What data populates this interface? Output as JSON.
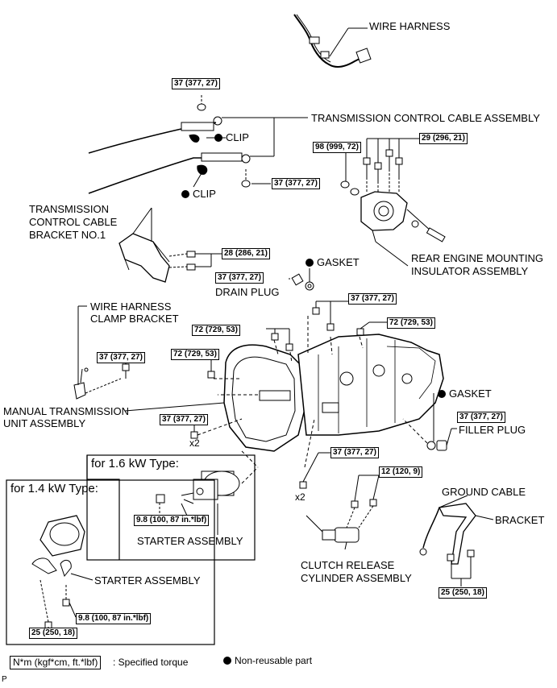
{
  "labels": {
    "wire_harness": "WIRE HARNESS",
    "tcca": "TRANSMISSION CONTROL CABLE ASSEMBLY",
    "clip1": "CLIP",
    "clip2": "CLIP",
    "bracket_no1": [
      "TRANSMISSION",
      "CONTROL CABLE",
      "BRACKET NO.1"
    ],
    "rear_mount": [
      "REAR ENGINE MOUNTING",
      "INSULATOR ASSEMBLY"
    ],
    "gasket_top": "GASKET",
    "drain_plug": "DRAIN PLUG",
    "wh_clamp": [
      "WIRE HARNESS",
      "CLAMP BRACKET"
    ],
    "mtu": [
      "MANUAL TRANSMISSION",
      "UNIT ASSEMBLY"
    ],
    "gasket_right": "GASKET",
    "filler_plug": "FILLER PLUG",
    "for16": "for 1.6 kW Type:",
    "for14": "for 1.4 kW Type:",
    "starter16": "STARTER ASSEMBLY",
    "starter14": "STARTER ASSEMBLY",
    "ground_cable": "GROUND CABLE",
    "bracket": "BRACKET",
    "clutch": [
      "CLUTCH RELEASE",
      "CYLINDER ASSEMBLY"
    ],
    "legend_box": "N*m (kgf*cm, ft.*lbf)",
    "legend_spec": ": Specified torque",
    "legend_nonreuse": "Non-reusable part",
    "page_code": "P"
  },
  "torques": {
    "t1": "37 (377, 27)",
    "t2": "29 (296, 21)",
    "t3": "98 (999, 72)",
    "t4": "37 (377, 27)",
    "t5": "28 (286, 21)",
    "t6": "37 (377, 27)",
    "t7": "37 (377, 27)",
    "t8": "72 (729, 53)",
    "t9": "72 (729, 53)",
    "t10": "72 (729, 53)",
    "t11": "37 (377, 27)",
    "t12": "37 (377, 27)",
    "t13": "37 (377, 27)",
    "t14": "37 (377, 27)",
    "t15": "12 (120, 9)",
    "t16": "9.8 (100, 87 in.*lbf)",
    "t17": "9.8 (100, 87 in.*lbf)",
    "t18": "25 (250, 18)",
    "t19": "25 (250, 18)"
  },
  "multipliers": {
    "m1": "x2",
    "m2": "x2"
  }
}
